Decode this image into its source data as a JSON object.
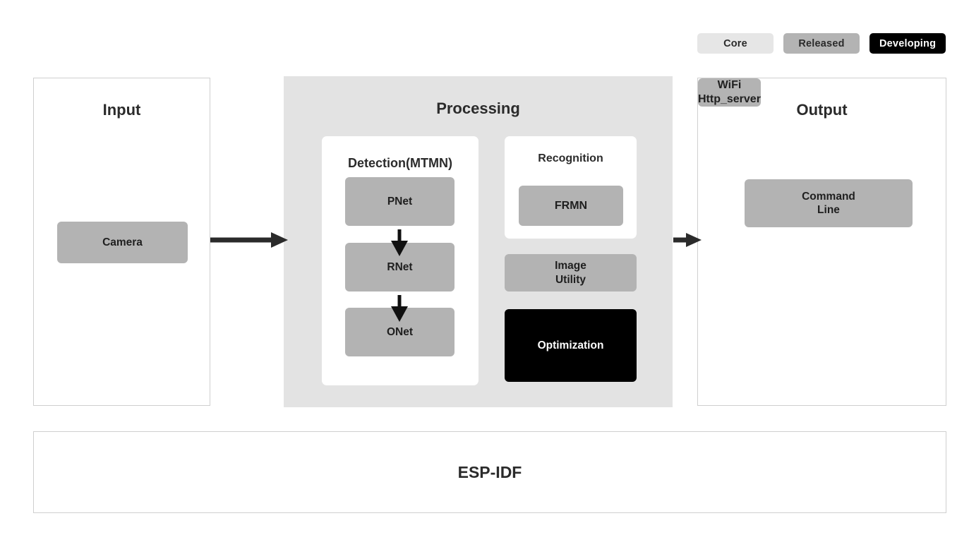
{
  "legend": {
    "items": [
      {
        "label": "Core",
        "color": "#e6e6e6",
        "text_color": "#2b2b2b"
      },
      {
        "label": "Released",
        "color": "#b3b3b3",
        "text_color": "#2b2b2b"
      },
      {
        "label": "Developing",
        "color": "#000000",
        "text_color": "#ffffff"
      }
    ]
  },
  "panels": {
    "input": {
      "title": "Input",
      "boxes": [
        {
          "label": "Camera",
          "status": "Released"
        }
      ]
    },
    "processing": {
      "title": "Processing",
      "detection": {
        "title": "Detection(MTMN)",
        "boxes": [
          {
            "label": "PNet",
            "status": "Released"
          },
          {
            "label": "RNet",
            "status": "Released"
          },
          {
            "label": "ONet",
            "status": "Released"
          }
        ]
      },
      "recognition": {
        "title": "Recognition",
        "boxes": [
          {
            "label": "FRMN",
            "status": "Released"
          }
        ]
      },
      "extras": [
        {
          "label": "Image\nUtility",
          "status": "Released"
        },
        {
          "label": "Optimization",
          "status": "Developing"
        }
      ]
    },
    "output": {
      "title": "Output",
      "boxes": [
        {
          "label": "Command\nLine",
          "status": "Released"
        },
        {
          "label": "WiFi\nHttp_server",
          "status": "Released"
        }
      ]
    }
  },
  "footer": {
    "label": "ESP-IDF"
  },
  "colors": {
    "core": "#e6e6e6",
    "released": "#b3b3b3",
    "developing": "#000000",
    "panel_fill": "#e3e3e3",
    "panel_border": "#cfcfcf",
    "arrow": "#2b2b2b",
    "text": "#2b2b2b"
  }
}
